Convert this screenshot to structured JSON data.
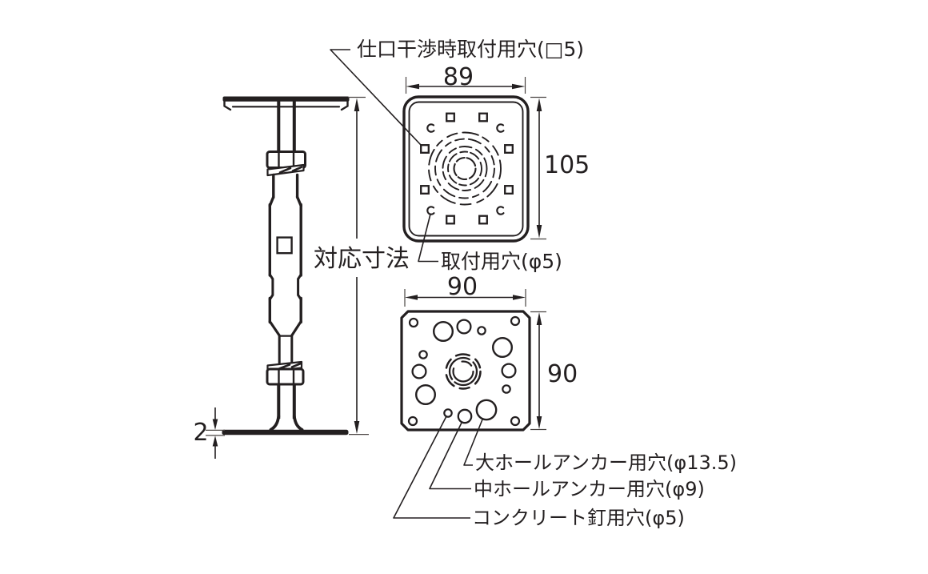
{
  "colors": {
    "ink": "#231f20",
    "background": "#ffffff"
  },
  "side_view": {
    "span_dim_label": "対応寸法",
    "base_plate_thickness": "2"
  },
  "top_plate_view": {
    "interference_hole_label": "仕口干渉時取付用穴(□5)",
    "mount_hole_label": "取付用穴(φ5)",
    "width_dim": "89",
    "height_dim": "105"
  },
  "bottom_plate_view": {
    "width_dim": "90",
    "height_dim": "90",
    "large_hole_anchor_label": "大ホールアンカー用穴(φ13.5)",
    "medium_hole_anchor_label": "中ホールアンカー用穴(φ9)",
    "concrete_nail_hole_label": "コンクリート釘用穴(φ5)"
  }
}
